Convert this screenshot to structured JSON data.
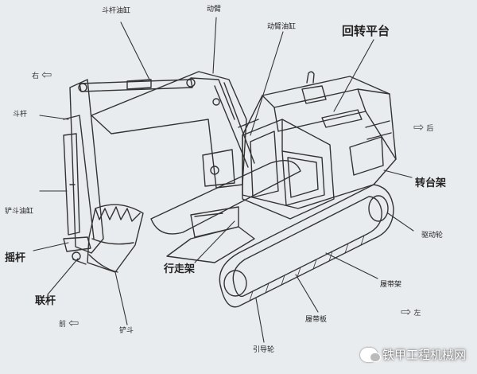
{
  "labels": {
    "bucket_cylinder_top": "斗杆油缸",
    "boom": "动臂",
    "boom_cylinder": "动臂油缸",
    "turntable": "回转平台",
    "arm": "斗杆",
    "bucket_cylinder": "铲斗油缸",
    "rocker": "摇杆",
    "link": "联杆",
    "bucket": "铲斗",
    "travel_frame": "行走架",
    "slewing_frame": "转台架",
    "drive_wheel": "驱动轮",
    "track_frame": "履带架",
    "track_plate": "履带板",
    "idler_wheel": "引导轮"
  },
  "directions": {
    "right": "右",
    "rear": "后",
    "front": "前",
    "left": "左"
  },
  "watermark": "铁甲工程机械网",
  "colors": {
    "line": "#333333",
    "paper": "#e9ecef"
  }
}
